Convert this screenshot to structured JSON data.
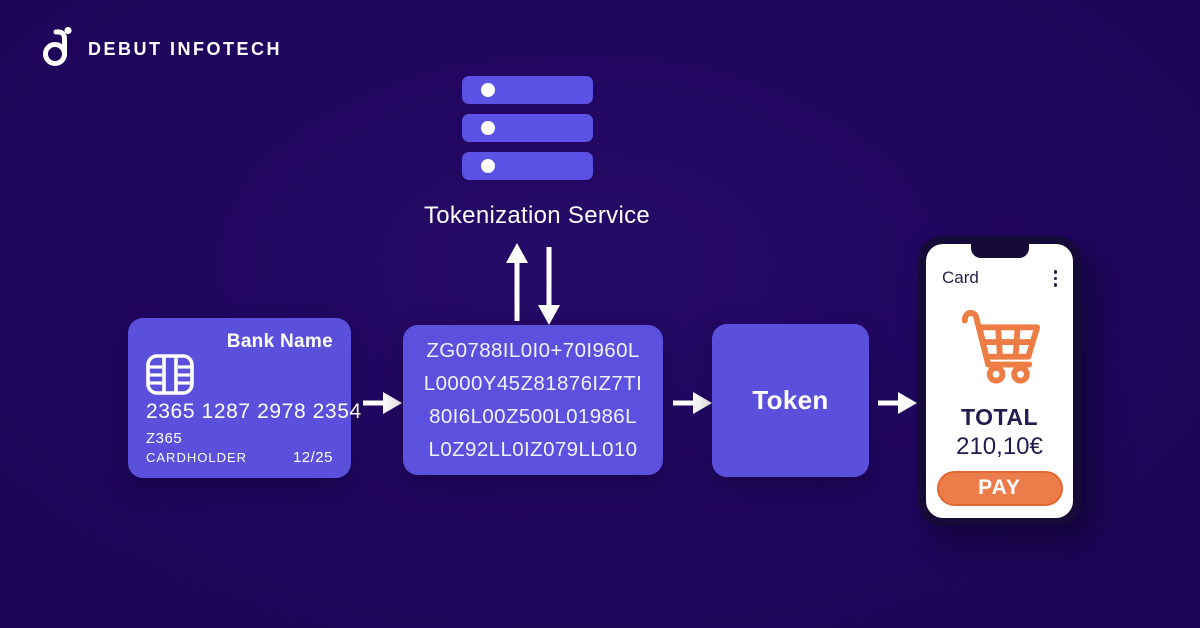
{
  "brand": {
    "name": "DEBUT INFOTECH"
  },
  "tokenization_service": {
    "label": "Tokenization Service"
  },
  "bank_card": {
    "bank_name": "Bank Name",
    "number": "2365 1287 2978 2354",
    "code": "Z365",
    "holder_label": "CARDHOLDER",
    "expiry": "12/25"
  },
  "token_string": {
    "lines": [
      "ZG0788IL0I0+70I960L",
      "L0000Y45Z81876IZ7TI",
      "80I6L00Z500L01986L",
      "L0Z92LL0IZ079LL010"
    ]
  },
  "token_box": {
    "label": "Token"
  },
  "phone": {
    "header": "Card",
    "total_label": "TOTAL",
    "amount": "210,10€",
    "pay_label": "PAY"
  },
  "icons": {
    "logo_monogram": "di-monogram-icon",
    "server": "server-stack-icon",
    "chip": "card-chip-icon",
    "cart": "shopping-cart-icon",
    "menu": "kebab-menu-icon",
    "arrows": [
      "arrow-right-icon",
      "arrow-up-icon",
      "arrow-down-icon"
    ]
  },
  "colors": {
    "background": "#20055e",
    "box_purple": "#5a50dc",
    "server_purple": "#5b51e5",
    "accent_orange": "#ed7c4b",
    "dark_navy_text": "#231c4e",
    "phone_frame": "#150a38",
    "white": "#ffffff"
  }
}
